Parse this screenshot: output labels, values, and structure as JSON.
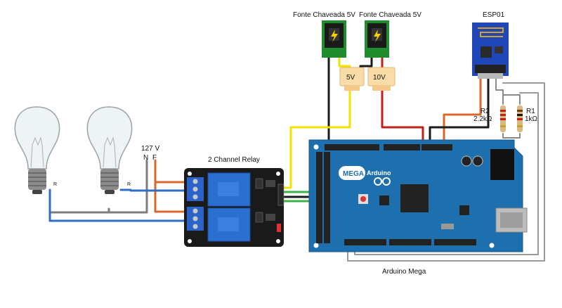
{
  "labels": {
    "supply_5v": "Fonte Chaveada 5V",
    "supply_10v": "Fonte Chaveada 5V",
    "esp": "ESP01",
    "tag_5v": "5V",
    "tag_10v": "10V",
    "r2_name": "R2",
    "r2_value": "2.2kΩ",
    "r1_name": "R1",
    "r1_value": "1kΩ",
    "mains_voltage": "127 V",
    "neutral": "N",
    "phase": "F",
    "relay": "2 Channel Relay",
    "lamp1_r": "R",
    "lamp2_r": "R",
    "arduino": "Arduino Mega",
    "board_mega": "MEGA",
    "board_brand": "Arduino"
  },
  "colors": {
    "wire_yellow": "#f2e200",
    "wire_red": "#c0201a",
    "wire_orange": "#d9682a",
    "wire_blue": "#2f6ec7",
    "wire_green": "#3cb34a",
    "wire_black": "#1a1a1a",
    "wire_gray": "#8a8a8a",
    "arduino_board": "#1e6fae",
    "relay_board": "#1a1a1a",
    "relay_coil": "#2b6fd1",
    "esp_board": "#1f47b8",
    "jack_board": "#1f8c2e",
    "tag_fill": "#f9dca8"
  }
}
